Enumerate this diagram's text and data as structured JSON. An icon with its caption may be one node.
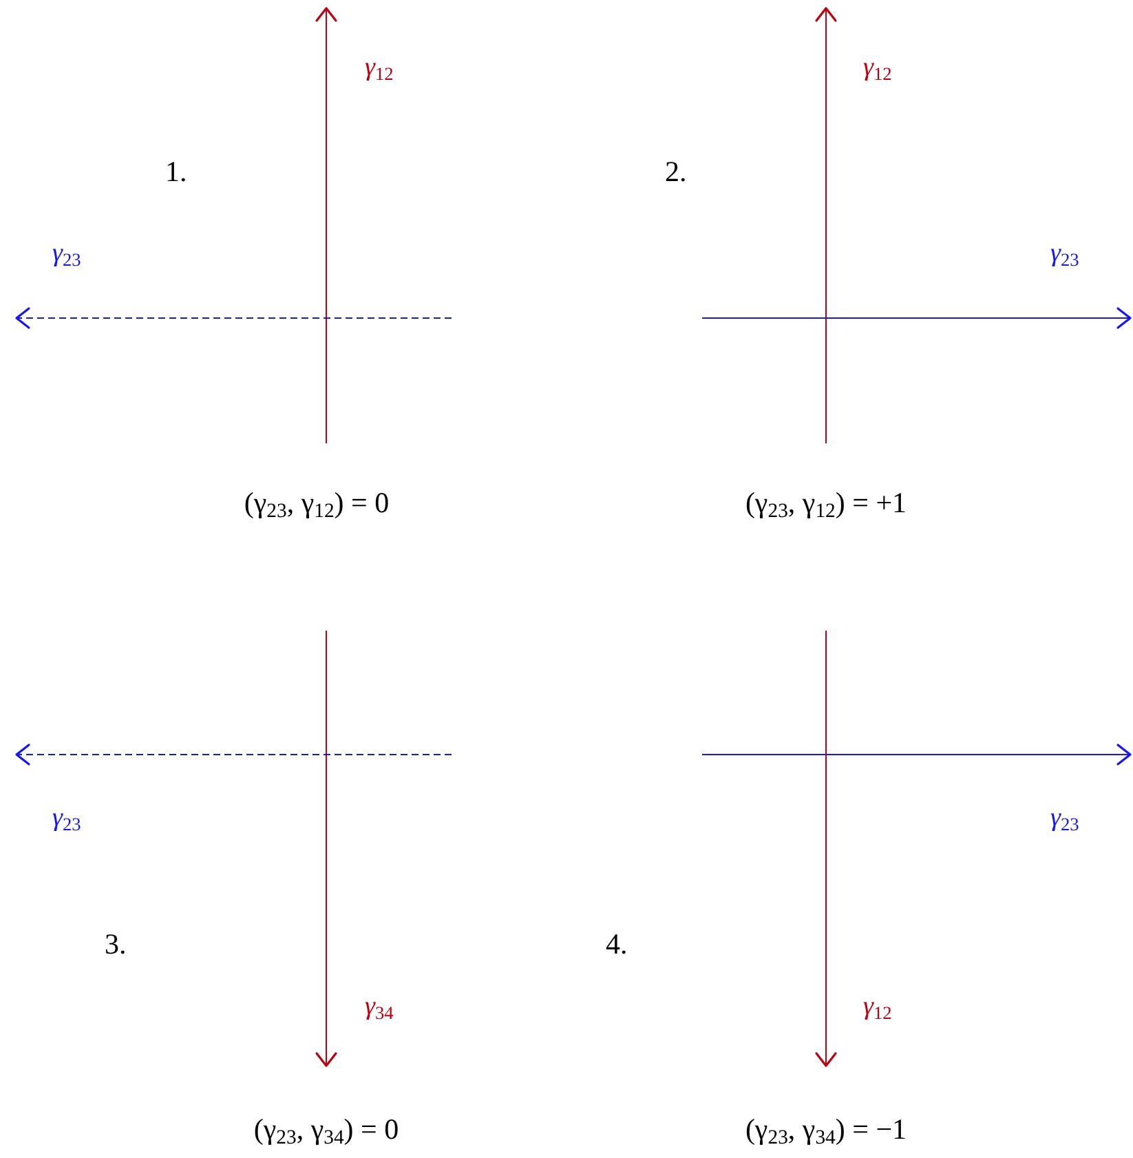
{
  "diagram": {
    "labels": [
      "γ$_{12}$",
      "1.",
      "γ$_{23}$",
      "(γ$_{23}$, γ$_{12}$) = 0",
      "γ$_{12}$",
      "2.",
      "γ$_{23}$",
      "(γ$_{23}$, γ$_{12}$) = +1",
      "γ$_{23}$",
      "3.",
      "γ$_{34}$",
      "(γ$_{23}$, γ$_{34}$) = 0",
      "γ$_{23}$",
      "4.",
      "γ$_{12}$",
      "(γ$_{23}$, γ$_{34}$) = −1"
    ]
  }
}
